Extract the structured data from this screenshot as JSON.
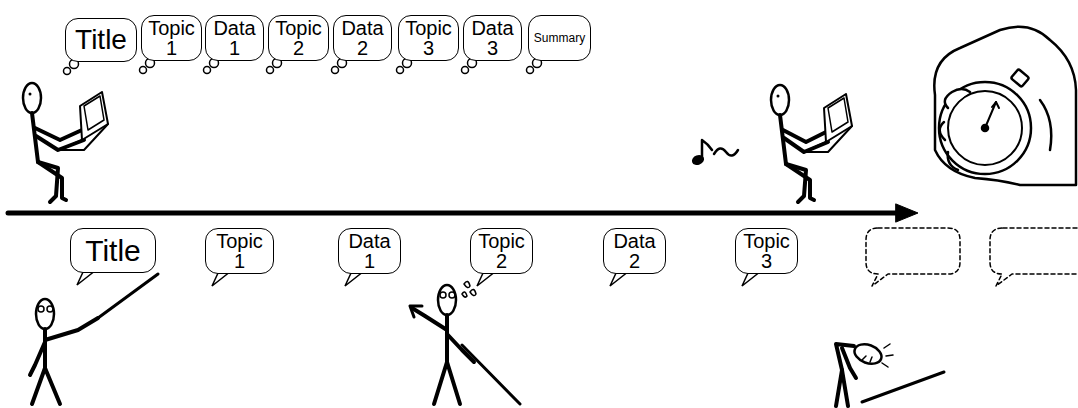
{
  "diagram": {
    "nodes": [
      {
        "text": [
          "Title"
        ]
      },
      {
        "text": [
          "Topic 1"
        ]
      },
      {
        "text": [
          "Data 1"
        ]
      },
      {
        "text": [
          "Topic 2"
        ]
      },
      {
        "text": [
          "Data 2"
        ]
      },
      {
        "text": [
          "Topic 3"
        ]
      },
      {
        "text": [
          "Data 3"
        ]
      },
      {
        "text": [
          "Summary"
        ]
      },
      {
        "text": [
          "Title"
        ]
      },
      {
        "text": [
          "Topic 1"
        ]
      },
      {
        "text": [
          "Data 1"
        ]
      },
      {
        "text": [
          "Topic 2"
        ]
      },
      {
        "text": [
          "Data 2"
        ]
      },
      {
        "text": [
          "Topic 3"
        ]
      }
    ],
    "edges": []
  }
}
